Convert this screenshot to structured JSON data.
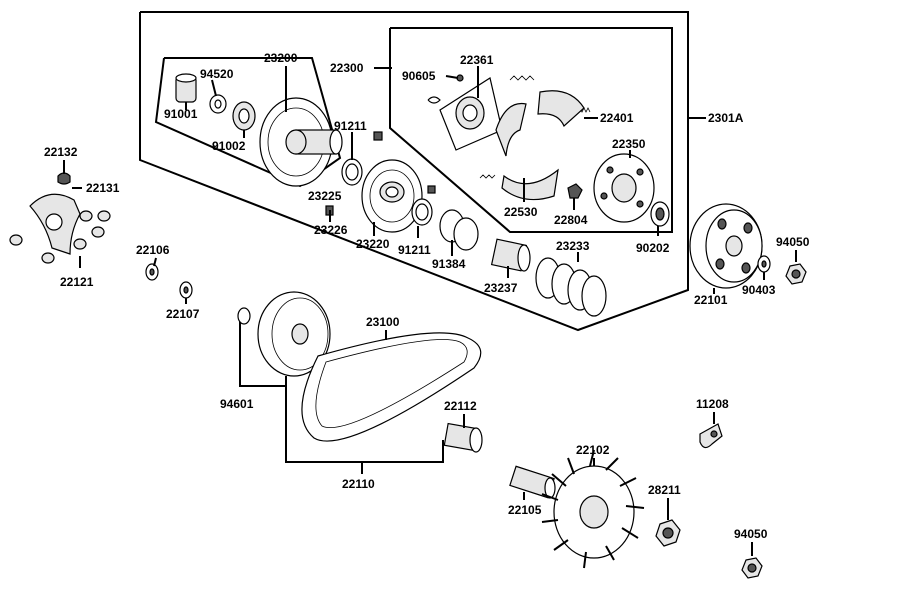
{
  "parts": {
    "p23200": "23200",
    "p94520": "94520",
    "p91001": "91001",
    "p91002": "91002",
    "p22300": "22300",
    "p90605": "90605",
    "p22361": "22361",
    "p22401": "22401",
    "p22350": "22350",
    "p2301A": "2301A",
    "p91211a": "91211",
    "p23225": "23225",
    "p23226": "23226",
    "p23220": "23220",
    "p91211b": "91211",
    "p91384": "91384",
    "p22530": "22530",
    "p22804": "22804",
    "p90202": "90202",
    "p23233": "23233",
    "p23237": "23237",
    "p22132": "22132",
    "p22131": "22131",
    "p22121": "22121",
    "p22106": "22106",
    "p22107": "22107",
    "p23100": "23100",
    "p94601": "94601",
    "p22112": "22112",
    "p22110": "22110",
    "p22101": "22101",
    "p94050a": "94050",
    "p90403": "90403",
    "p11208": "11208",
    "p22102": "22102",
    "p28211": "28211",
    "p22105": "22105",
    "p94050b": "94050"
  }
}
